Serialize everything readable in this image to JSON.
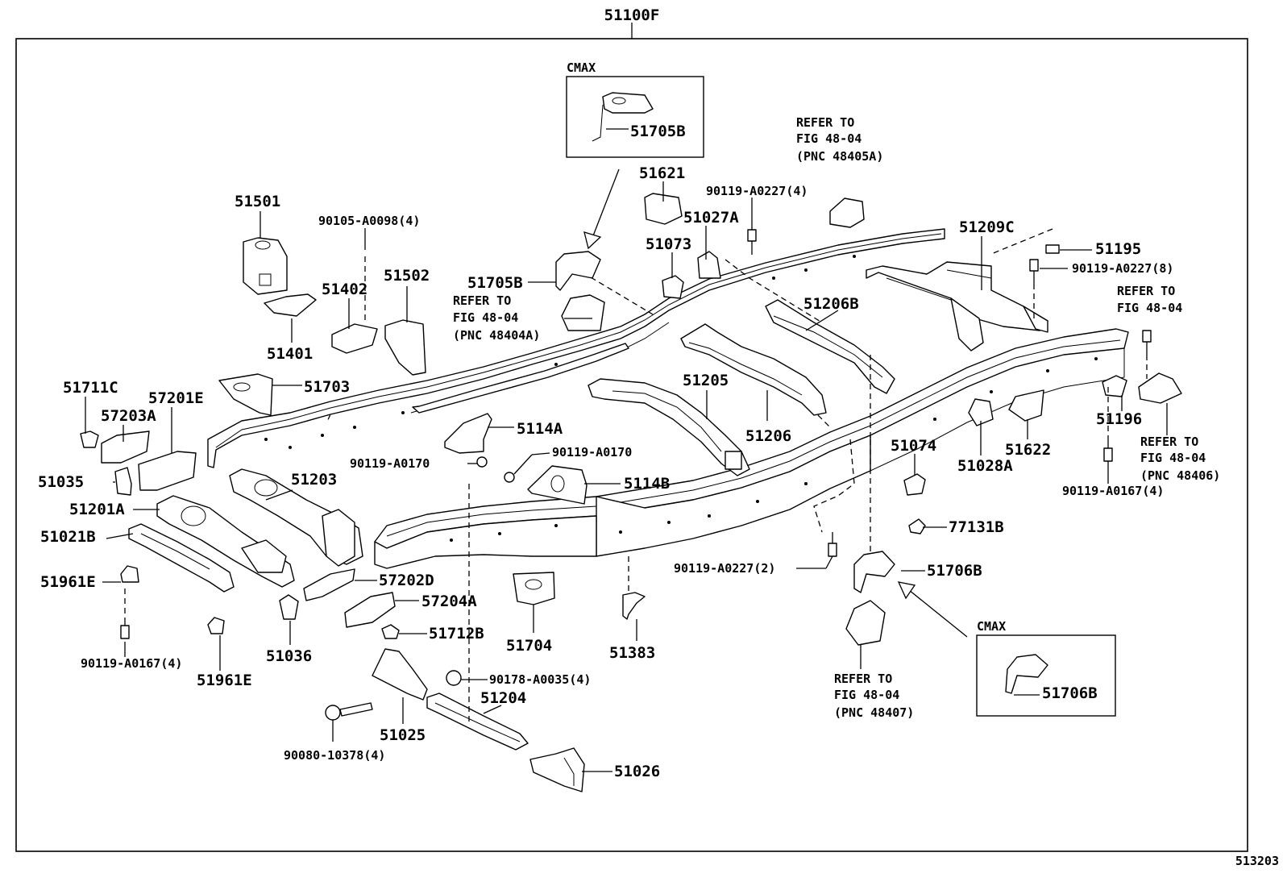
{
  "diagram": {
    "assembly_label": "51100F",
    "figure_number": "513203",
    "callouts": {
      "p51705B_box": "51705B",
      "p51705B": "51705B",
      "p51501": "51501",
      "p90105": "90105-A0098(4)",
      "p51402": "51402",
      "p51502": "51502",
      "p51401": "51401",
      "p51621": "51621",
      "p51027A": "51027A",
      "p51073": "51073",
      "p90119_4": "90119-A0227(4)",
      "p51209C": "51209C",
      "p51195": "51195",
      "p90119_8": "90119-A0227(8)",
      "p51206B": "51206B",
      "p51711C": "51711C",
      "p57201E": "57201E",
      "p57203A": "57203A",
      "p51703": "51703",
      "p5114A": "5114A",
      "p90119_0170a": "90119-A0170",
      "p90119_0170b": "90119-A0170",
      "p51205": "51205",
      "p51206": "51206",
      "p51196": "51196",
      "p51028A": "51028A",
      "p51622": "51622",
      "p51074": "51074",
      "p51035": "51035",
      "p51203": "51203",
      "p5114B": "5114B",
      "p51201A": "51201A",
      "p51021B": "51021B",
      "p77131B": "77131B",
      "p90119_0167a": "90119-A0167(4)",
      "p90119_2": "90119-A0227(2)",
      "p51706B": "51706B",
      "p51706B_box": "51706B",
      "p51961E_a": "51961E",
      "p57202D": "57202D",
      "p57204A": "57204A",
      "p51712B": "51712B",
      "p51704": "51704",
      "p51383": "51383",
      "p90119_0167b": "90119-A0167(4)",
      "p51036": "51036",
      "p51961E_b": "51961E",
      "p90178": "90178-A0035(4)",
      "p51204": "51204",
      "p51025": "51025",
      "p90080": "90080-10378(4)",
      "p51026": "51026"
    },
    "cmax_top": "CMAX",
    "cmax_bottom": "CMAX",
    "refer_notes": {
      "r48405A": [
        "REFER TO",
        "FIG 48-04",
        "(PNC 48405A)"
      ],
      "r48404A": [
        "REFER TO",
        "FIG 48-04",
        "(PNC 48404A)"
      ],
      "r48406_top": [
        "REFER TO",
        "FIG 48-04"
      ],
      "r48406_bot": [
        "REFER TO",
        "FIG 48-04",
        "(PNC 48406)"
      ],
      "r48407": [
        "REFER TO",
        "FIG 48-04",
        "(PNC 48407)"
      ]
    }
  }
}
